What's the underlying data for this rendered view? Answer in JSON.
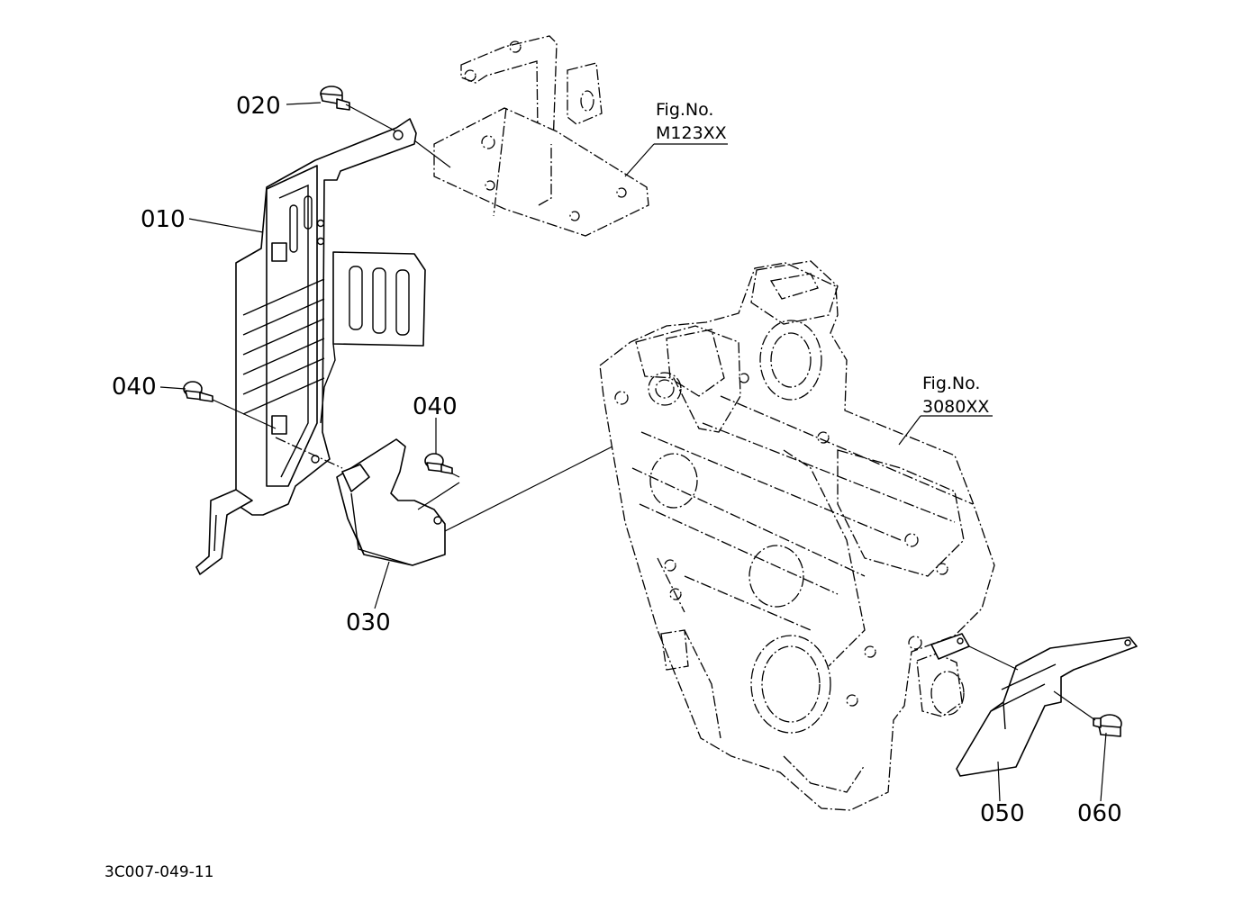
{
  "callouts": {
    "c010": "010",
    "c020": "020",
    "c030": "030",
    "c040a": "040",
    "c040b": "040",
    "c050": "050",
    "c060": "060"
  },
  "fig_refs": {
    "bracket": {
      "label": "Fig.No.",
      "number": "M123XX"
    },
    "gearcase": {
      "label": "Fig.No.",
      "number": "3080XX"
    }
  },
  "drawing_code": "3C007-049-11"
}
